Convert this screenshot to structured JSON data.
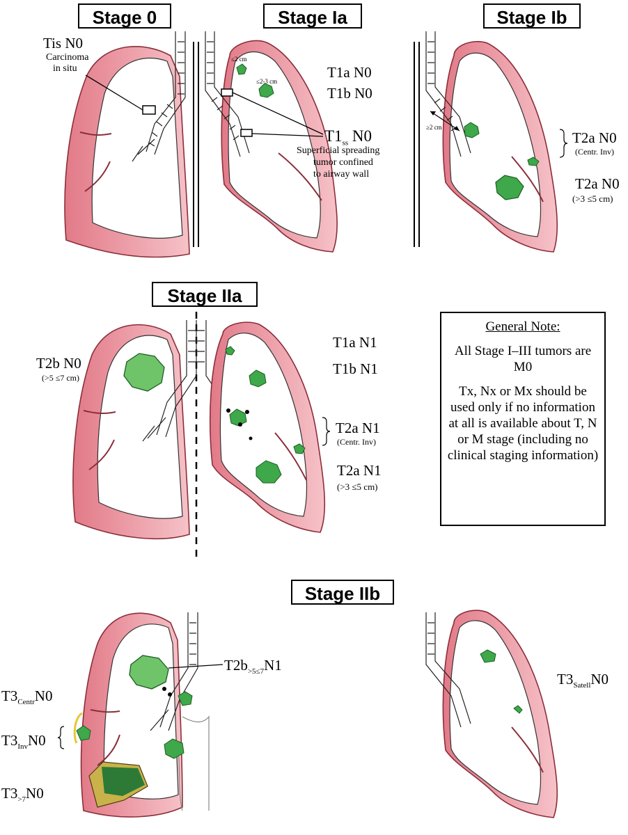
{
  "stages": {
    "stage0": "Stage 0",
    "stage1a": "Stage Ia",
    "stage1b": "Stage Ib",
    "stage2a": "Stage IIa",
    "stage2b": "Stage IIb"
  },
  "labels": {
    "tis_n0": "Tis N0",
    "carcinoma": "Carcinoma",
    "in_situ": "in situ",
    "le2cm_a": "≤2 cm",
    "le2_3cm": "≤2-3 cm",
    "t1a_n0": "T1a N0",
    "t1b_n0": "T1b N0",
    "t1ss_main": "T1",
    "t1ss_sub": "ss",
    "t1ss_tail": " N0",
    "sup_line1": "Superficial spreading",
    "sup_line2": "tumor confined",
    "sup_line3": "to airway wall",
    "ge2cm": "≥2 cm",
    "t2a_n0_a": "T2a N0",
    "centr_inv_a": "(Centr. Inv)",
    "t2a_n0_b": "T2a N0",
    "gt3_5_a": "(>3 ≤5 cm)",
    "t2b_n0": "T2b N0",
    "gt5_7": "(>5 ≤7 cm)",
    "t1a_n1": "T1a N1",
    "t1b_n1": "T1b N1",
    "t2a_n1_a": "T2a N1",
    "centr_inv_b": "(Centr. Inv)",
    "t2a_n1_b": "T2a N1",
    "gt3_5_b": "(>3 ≤5 cm)",
    "t2b_main": "T2b",
    "t2b_sub": ">5≤7",
    "t2b_tail": "N1",
    "t3c_main": "T3",
    "t3c_sub": "Centr",
    "t3c_tail": "N0",
    "t3i_main": "T3",
    "t3i_sub": "Inv",
    "t3i_tail": "N0",
    "t3g_main": "T3",
    "t3g_sub": ">7",
    "t3g_tail": "N0",
    "t3s_main": "T3",
    "t3s_sub": "Satell",
    "t3s_tail": "N0"
  },
  "note": {
    "title": "General Note:",
    "p1": "All Stage I–III tumors are M0",
    "p2": "Tx, Nx or Mx should be used only if no information at all is available about T, N or M stage (including no clinical staging information)"
  },
  "colors": {
    "pleura": "#e88a96",
    "tumor": "#3ea84a",
    "tumor_light": "#b9e8b3"
  }
}
